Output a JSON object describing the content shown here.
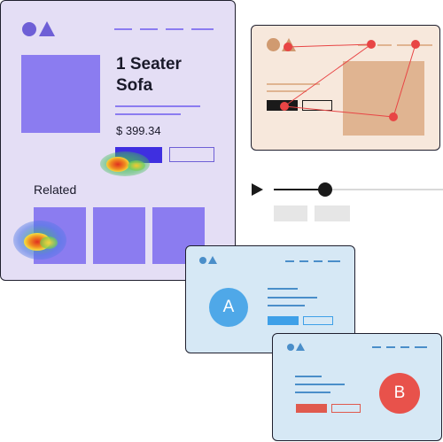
{
  "product": {
    "title_line1": "1 Seater",
    "title_line2": "Sofa",
    "price": "$ 399.34",
    "related_label": "Related"
  },
  "variants": {
    "a_label": "A",
    "b_label": "B"
  },
  "colors": {
    "product_card_bg": "#e4def5",
    "product_accent": "#8b7cf0",
    "analytics_card_bg": "#f7e8dc",
    "analytics_accent": "#e0b491",
    "click_path": "#e84545",
    "variant_card_bg": "#d6e8f5",
    "variant_a": "#4fa8e8",
    "variant_b": "#e8524b"
  },
  "icons": {
    "logo": "circle-triangle-logo-icon",
    "play": "play-icon"
  }
}
